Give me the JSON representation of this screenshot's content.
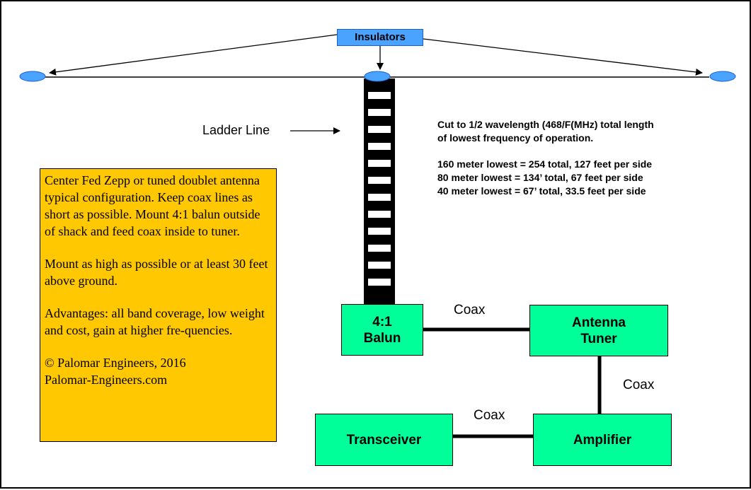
{
  "insulators_label": "Insulators",
  "ladder_line_label": "Ladder Line",
  "wavelength_note": {
    "intro_lines": [
      "Cut to 1/2 wavelength (468/F(MHz) total length",
      "of lowest frequency of operation."
    ],
    "examples": [
      "160 meter lowest = 254 total, 127 feet per side",
      "80 meter lowest = 134’ total, 67 feet per side",
      "40 meter lowest = 67’ total, 33.5 feet per side"
    ]
  },
  "info_box": {
    "paragraphs": [
      "Center Fed Zepp or tuned doublet antenna typical configuration.  Keep coax lines as short as possible. Mount 4:1 balun outside of shack and feed coax inside to tuner.",
      "Mount as high as possible or at least 30 feet above ground.",
      "Advantages: all band coverage, low weight and cost, gain at higher fre-quencies."
    ],
    "credit_lines": [
      "© Palomar Engineers, 2016",
      "Palomar-Engineers.com"
    ]
  },
  "boxes": {
    "balun": [
      "4:1",
      "Balun"
    ],
    "tuner": [
      "Antenna",
      "Tuner"
    ],
    "transceiver": [
      "Transceiver"
    ],
    "amplifier": [
      "Amplifier"
    ]
  },
  "coax_labels": [
    "Coax",
    "Coax",
    "Coax"
  ],
  "colors": {
    "device_box": "#00ff99",
    "info_box": "#ffc800",
    "insulator": "#4aa3ff",
    "line": "#000000"
  }
}
